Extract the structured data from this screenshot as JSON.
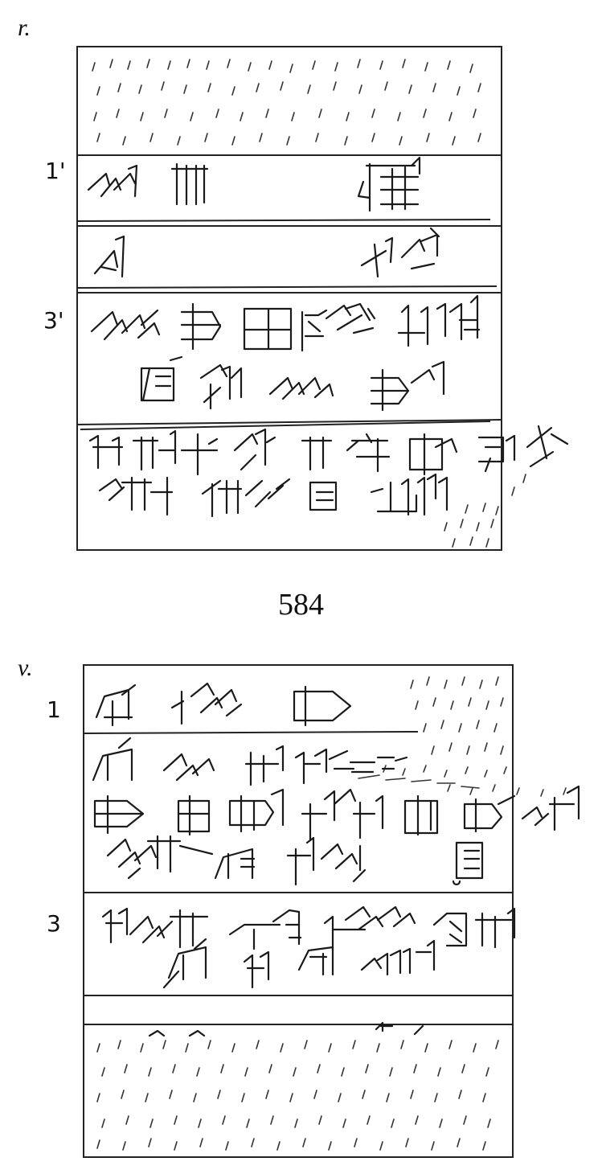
{
  "obverse": {
    "side_label": "r.",
    "line_numbers": [
      "1'",
      "3'"
    ]
  },
  "catalogue_number": "584",
  "reverse": {
    "side_label": "v.",
    "line_numbers": [
      "1",
      "3"
    ]
  }
}
